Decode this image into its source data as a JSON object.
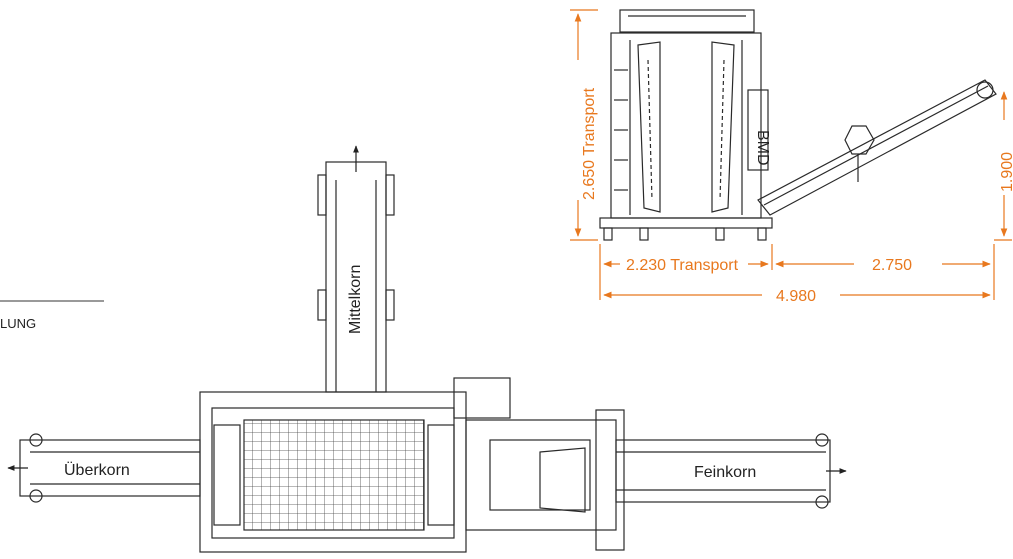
{
  "labels": {
    "mittelkorn": "Mittelkorn",
    "ueberkorn": "Überkorn",
    "feinkorn": "Feinkorn",
    "cut_heading": "LUNG",
    "brand": "BMD"
  },
  "dimensions": {
    "height_transport": "2.650 Transport",
    "conveyor_height": "1.900",
    "width_transport": "2.230 Transport",
    "conveyor_length": "2.750",
    "overall_length": "4.980"
  },
  "colors": {
    "dimension": "#e8781e",
    "machine_line": "#2a2a2a",
    "background": "#ffffff"
  }
}
